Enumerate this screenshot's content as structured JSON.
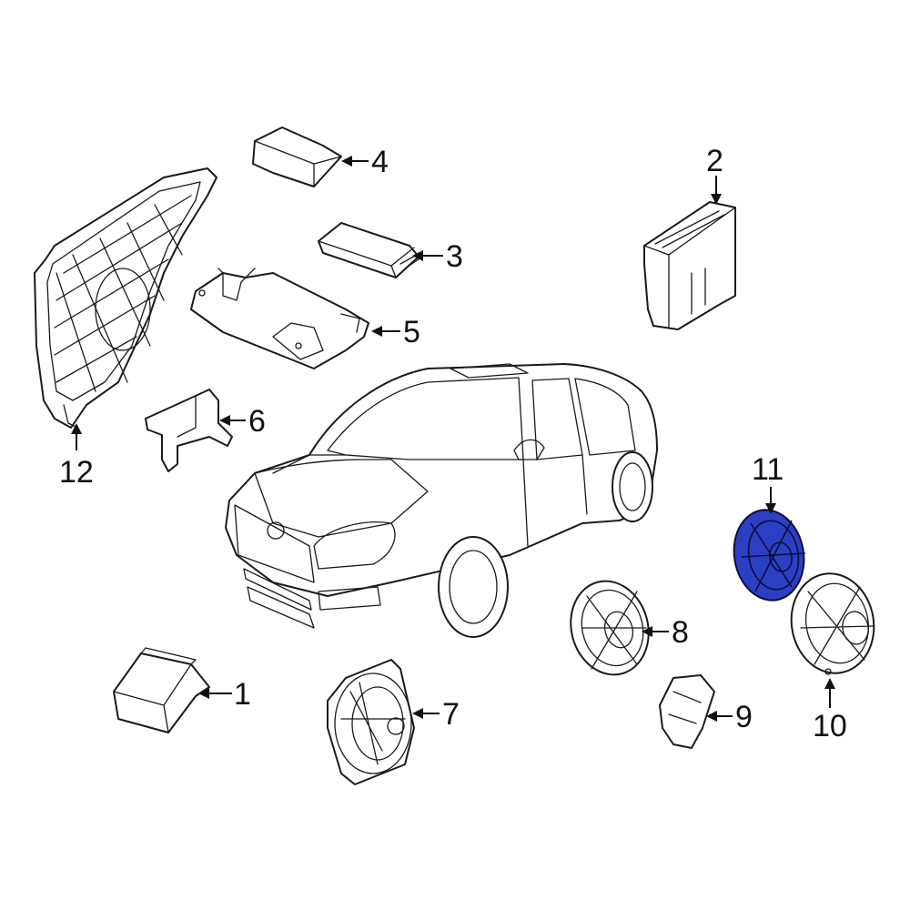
{
  "highlight_color": "#2b3fc4",
  "callouts": [
    {
      "id": "1",
      "label": "1"
    },
    {
      "id": "2",
      "label": "2"
    },
    {
      "id": "3",
      "label": "3"
    },
    {
      "id": "4",
      "label": "4"
    },
    {
      "id": "5",
      "label": "5"
    },
    {
      "id": "6",
      "label": "6"
    },
    {
      "id": "7",
      "label": "7"
    },
    {
      "id": "8",
      "label": "8"
    },
    {
      "id": "9",
      "label": "9"
    },
    {
      "id": "10",
      "label": "10"
    },
    {
      "id": "11",
      "label": "11"
    },
    {
      "id": "12",
      "label": "12"
    }
  ],
  "highlighted_part": "11"
}
